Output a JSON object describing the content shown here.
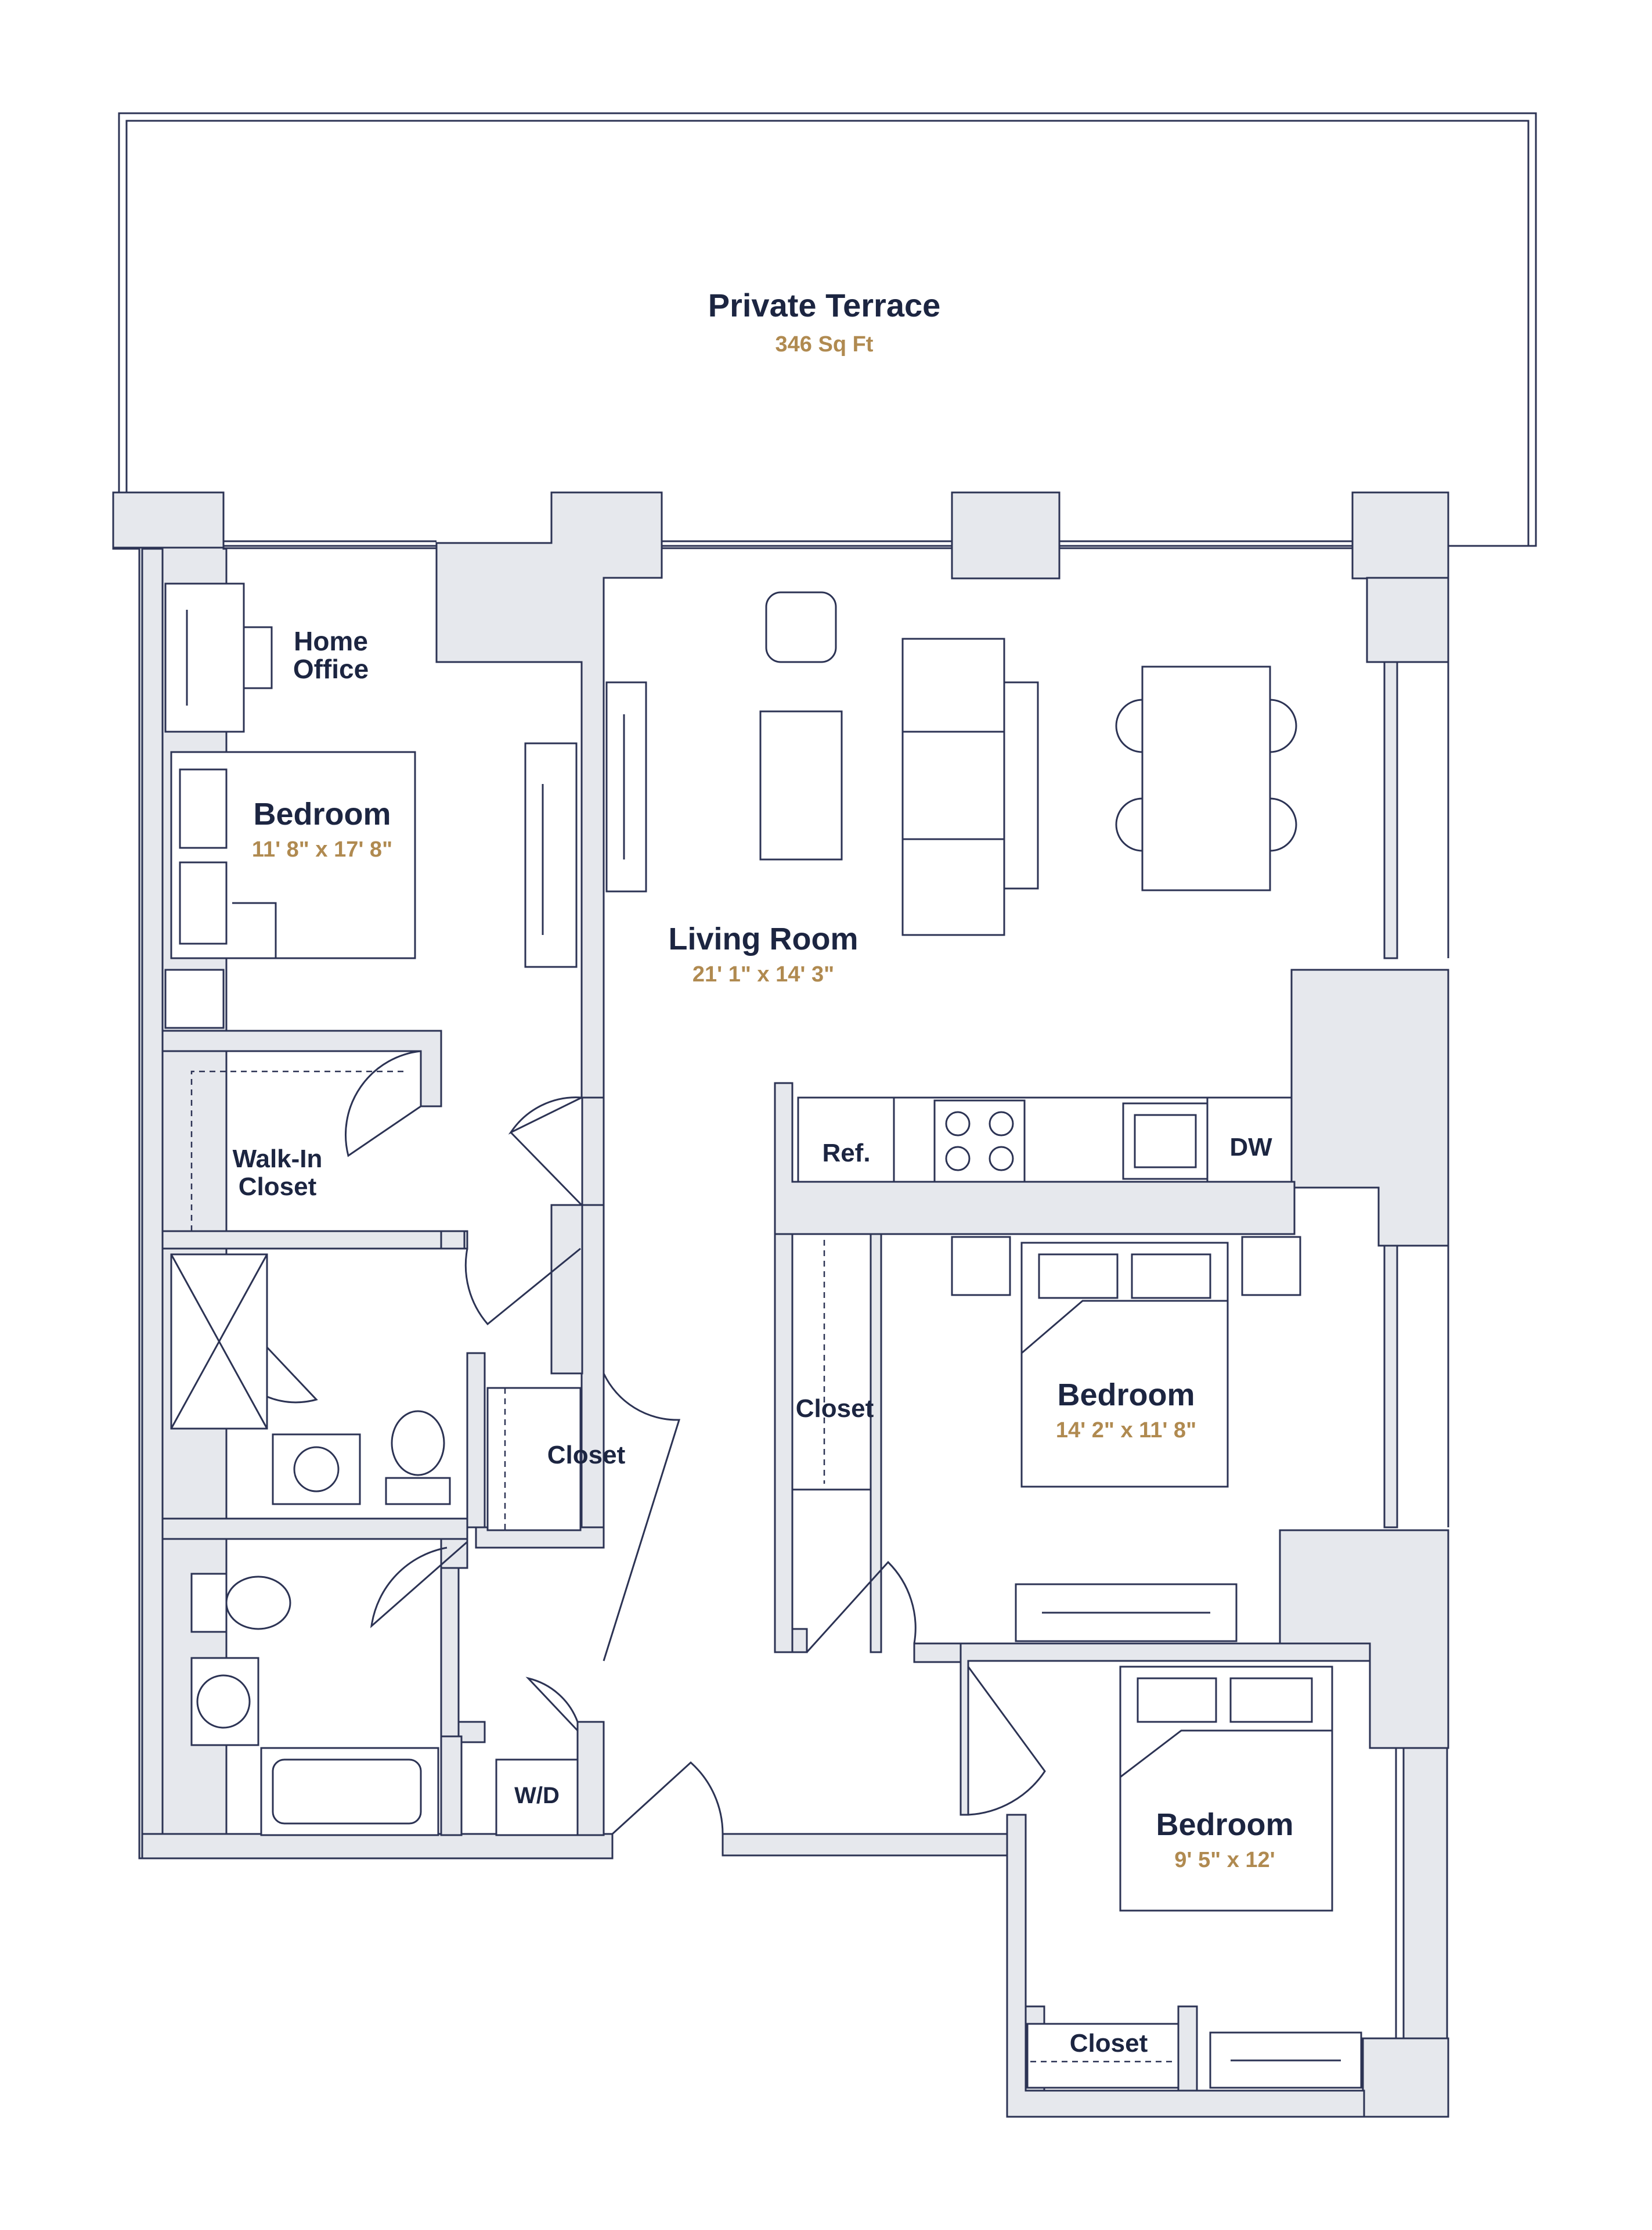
{
  "terrace": {
    "name": "Private Terrace",
    "area": "346 Sq Ft"
  },
  "rooms": {
    "home_office": {
      "name_line1": "Home",
      "name_line2": "Office"
    },
    "bedroom_1": {
      "name": "Bedroom",
      "dim": "11' 8\" x 17' 8\""
    },
    "living_room": {
      "name": "Living Room",
      "dim": "21' 1\" x 14' 3\""
    },
    "walk_in_closet": {
      "name_line1": "Walk-In",
      "name_line2": "Closet"
    },
    "bedroom_2": {
      "name": "Bedroom",
      "dim": "14' 2\" x 11' 8\""
    },
    "bedroom_3": {
      "name": "Bedroom",
      "dim": "9' 5\" x 12'"
    }
  },
  "labels": {
    "refrigerator": "Ref.",
    "dishwasher": "DW",
    "hall_closet": "Closet",
    "bedroom2_closet": "Closet",
    "bedroom3_closet": "Closet",
    "washer_dryer": "W/D"
  },
  "colors": {
    "wall_fill": "#e6e8ed",
    "line": "#2c3354",
    "name_text": "#1c2541",
    "dimension_text": "#b08a50"
  }
}
